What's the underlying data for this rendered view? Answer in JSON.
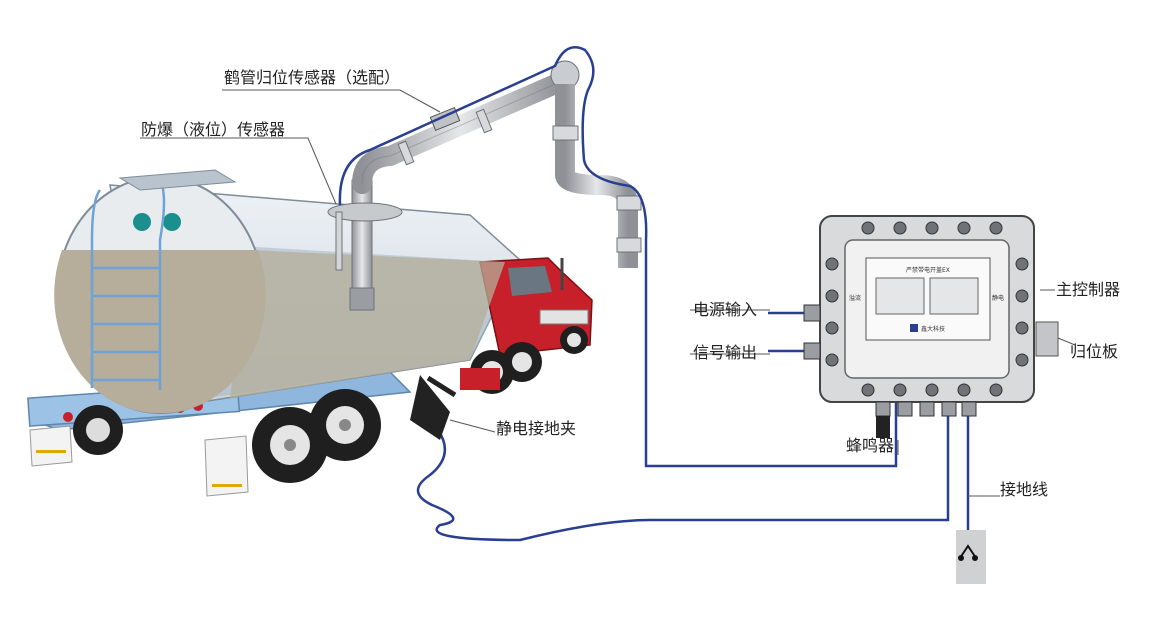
{
  "labels": {
    "crane_sensor": "鹤管归位传感器（选配）",
    "explosion_sensor": "防爆（液位）传感器",
    "main_controller": "主控制器",
    "power_input": "电源输入",
    "signal_output": "信号输出",
    "return_plate": "归位板",
    "ground_clamp": "静电接地夹",
    "buzzer": "蜂鸣器",
    "ground_wire": "接地线"
  },
  "controller_panel": {
    "title": "严禁带电开盖EX",
    "left_text": "溢流",
    "right_text": "静电",
    "brand": "鑫大科技"
  },
  "colors": {
    "cable": "#2a3f8f",
    "tank_liquid": "#b6ad9a",
    "trailer_blue": "#8fb6dc",
    "cab_red": "#c8202a",
    "pipe_gray": "#b9bcc0",
    "box_gray": "#d9dadc"
  }
}
